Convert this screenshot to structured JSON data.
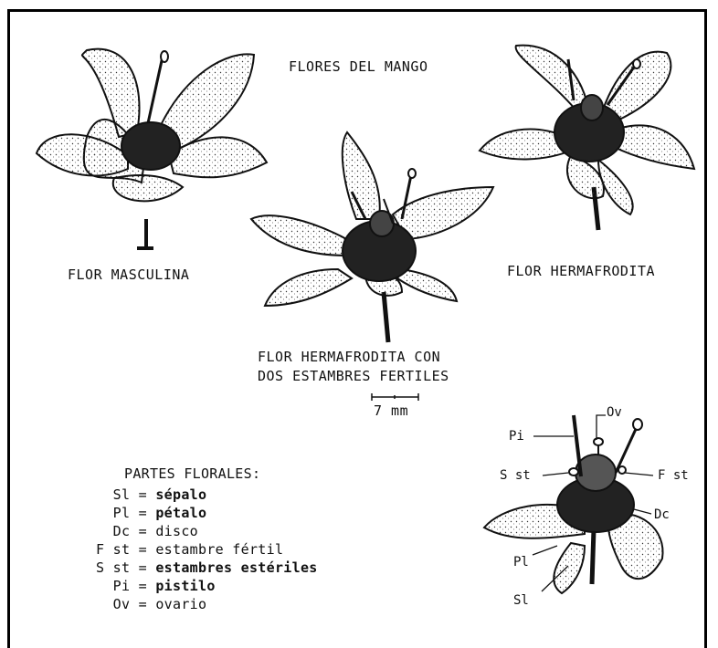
{
  "header": {
    "title": "FLORES DEL MANGO"
  },
  "flowers": {
    "male": {
      "label": "FLOR MASCULINA"
    },
    "hermaphrodite": {
      "label": "FLOR HERMAFRODITA"
    },
    "hermaphrodite_two": {
      "line1": "FLOR HERMAFRODITA CON",
      "line2": "DOS ESTAMBRES FERTILES"
    }
  },
  "scale": {
    "label": "7 mm"
  },
  "legend": {
    "title": "PARTES FLORALES:",
    "items": [
      {
        "abbr": "  Sl",
        "desc": "sépalo"
      },
      {
        "abbr": "  Pl",
        "desc": "pétalo"
      },
      {
        "abbr": "  Dc",
        "desc": "disco"
      },
      {
        "abbr": "F st",
        "desc": "estambre fértil"
      },
      {
        "abbr": "S st",
        "desc": "estambres estériles"
      },
      {
        "abbr": "  Pi",
        "desc": "pistilo"
      },
      {
        "abbr": "  Ov",
        "desc": "ovario"
      }
    ]
  },
  "diagram_labels": {
    "ov": "Ov",
    "pi": "Pi",
    "sst": "S st",
    "fst": "F st",
    "dc": "Dc",
    "pl": "Pl",
    "sl": "Sl"
  }
}
